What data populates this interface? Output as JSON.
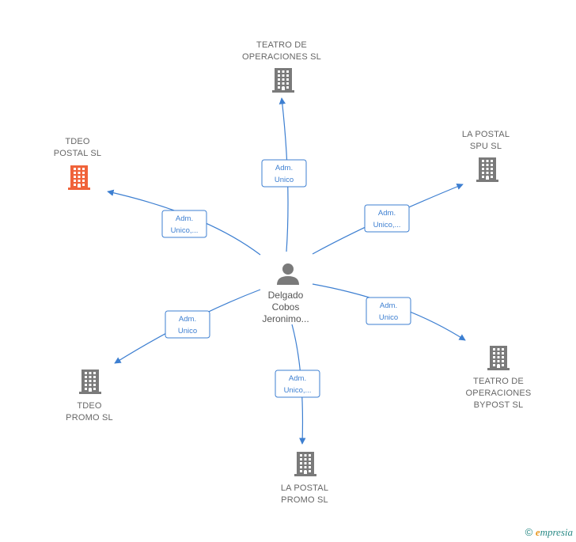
{
  "colors": {
    "edge": "#3d7fd1",
    "building": "#7a7a7a",
    "building_highlight": "#f0633a",
    "person": "#7a7a7a"
  },
  "center": {
    "label_lines": [
      "Delgado",
      "Cobos",
      "Jeronimo..."
    ],
    "icon": "person-icon"
  },
  "nodes": [
    {
      "id": "teatro-operaciones",
      "label_lines": [
        "TEATRO DE",
        "OPERACIONES SL"
      ],
      "highlight": false,
      "icon": "building-icon"
    },
    {
      "id": "la-postal-spu",
      "label_lines": [
        "LA POSTAL",
        "SPU  SL"
      ],
      "highlight": false,
      "icon": "building-icon"
    },
    {
      "id": "tdeo-postal",
      "label_lines": [
        "TDEO",
        "POSTAL  SL"
      ],
      "highlight": true,
      "icon": "building-icon"
    },
    {
      "id": "teatro-bypost",
      "label_lines": [
        "TEATRO DE",
        "OPERACIONES",
        "BYPOST  SL"
      ],
      "highlight": false,
      "icon": "building-icon"
    },
    {
      "id": "tdeo-promo",
      "label_lines": [
        "TDEO",
        "PROMO  SL"
      ],
      "highlight": false,
      "icon": "building-icon"
    },
    {
      "id": "la-postal-promo",
      "label_lines": [
        "LA POSTAL",
        "PROMO  SL"
      ],
      "highlight": false,
      "icon": "building-icon"
    }
  ],
  "edges": [
    {
      "to": "teatro-operaciones",
      "label_lines": [
        "Adm.",
        "Unico"
      ]
    },
    {
      "to": "la-postal-spu",
      "label_lines": [
        "Adm.",
        "Unico,..."
      ]
    },
    {
      "to": "tdeo-postal",
      "label_lines": [
        "Adm.",
        "Unico,..."
      ]
    },
    {
      "to": "teatro-bypost",
      "label_lines": [
        "Adm.",
        "Unico"
      ]
    },
    {
      "to": "tdeo-promo",
      "label_lines": [
        "Adm.",
        "Unico"
      ]
    },
    {
      "to": "la-postal-promo",
      "label_lines": [
        "Adm.",
        "Unico,..."
      ]
    }
  ],
  "footer": {
    "copyright": "©",
    "brand_initial": "e",
    "brand_rest": "mpresia"
  }
}
